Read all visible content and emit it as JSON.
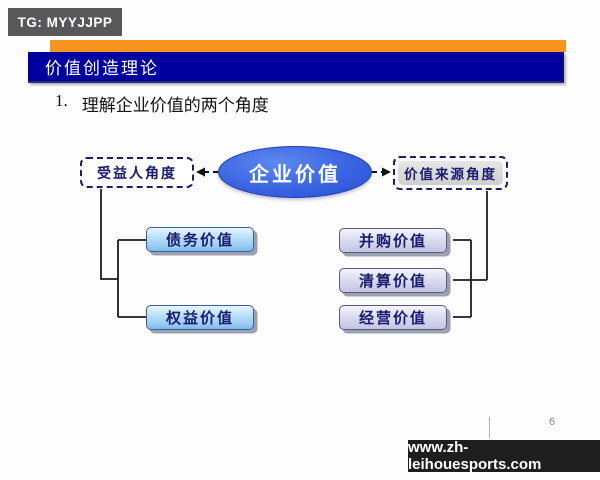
{
  "badge": {
    "text": "TG: MYYJJPP"
  },
  "header": {
    "title": "价值创造理论"
  },
  "subtitle": {
    "number": "1.",
    "text": "理解企业价值的两个角度"
  },
  "diagram": {
    "center": "企业价值",
    "left_perspective": "受益人角度",
    "right_perspective": "价值来源角度",
    "left_items": [
      "债务价值",
      "权益价值"
    ],
    "right_items": [
      "并购价值",
      "清算价值",
      "经营价值"
    ]
  },
  "footer": {
    "page_number": "6",
    "watermark": "www.zh-leihouesports.com"
  },
  "colors": {
    "accent_orange": "#f7941d",
    "header_blue": "#0000a0",
    "ellipse_blue": "#3a63e2",
    "box_blue": "#a9d6f5",
    "box_purple": "#d0d0ea",
    "text_navy": "#1a1a70",
    "badge_gray": "#58585a",
    "watermark_black": "#1e1e1e"
  }
}
